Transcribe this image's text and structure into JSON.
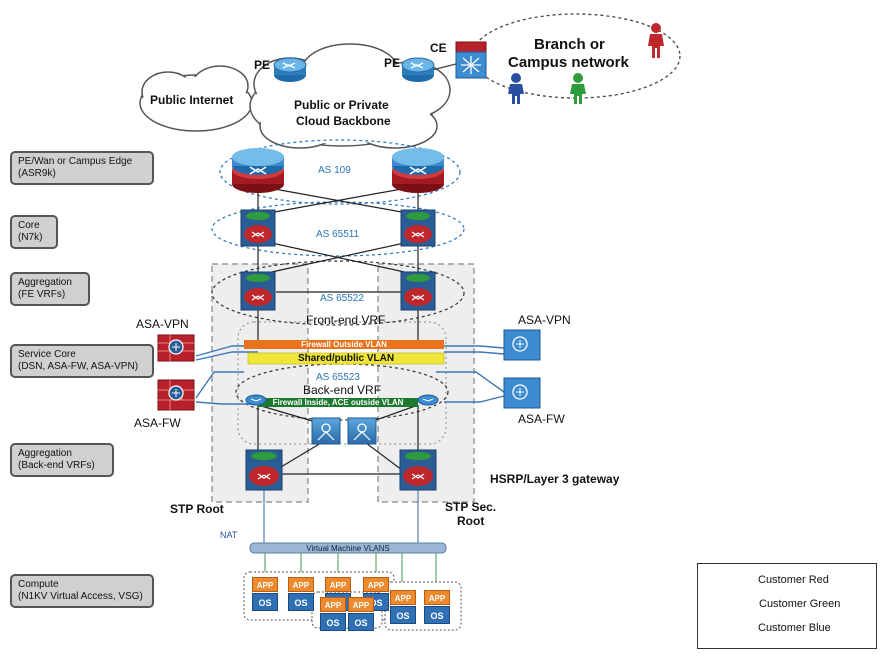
{
  "tiers": [
    {
      "line1": "PE/Wan or Campus Edge",
      "line2": "(ASR9k)"
    },
    {
      "line1": "Core",
      "line2": "(N7k)"
    },
    {
      "line1": "Aggregation",
      "line2": "(FE VRFs)"
    },
    {
      "line1": "Service Core",
      "line2": "(DSN, ASA-FW, ASA-VPN)"
    },
    {
      "line1": "Aggregation",
      "line2": "(Back-end VRFs)"
    },
    {
      "line1": "Compute",
      "line2": "(N1KV Virtual Access, VSG)"
    }
  ],
  "clouds": {
    "internet": "Public Internet",
    "backbone_line1": "Public or Private",
    "backbone_line2": "Cloud Backbone",
    "branch_line1": "Branch or",
    "branch_line2": "Campus network"
  },
  "labels": {
    "pe_left": "PE",
    "pe_right": "PE",
    "ce": "CE",
    "asa_vpn_left": "ASA-VPN",
    "asa_vpn_right": "ASA-VPN",
    "asa_fw_left": "ASA-FW",
    "asa_fw_right": "ASA-FW",
    "front_end_vrf": "Front-end VRF",
    "back_end_vrf": "Back-end VRF",
    "hsrp": "HSRP/Layer 3 gateway",
    "stp_root": "STP Root",
    "stp_sec_line1": "STP Sec.",
    "stp_sec_line2": "Root",
    "nat": "NAT"
  },
  "as_labels": {
    "as109": "AS 109",
    "as65511": "AS 65511",
    "as65522": "AS 65522",
    "as65523": "AS 65523"
  },
  "vlans": {
    "firewall_outside": "Firewall Outside VLAN",
    "shared_public": "Shared/public VLAN",
    "firewall_inside": "Firewall Inside, ACE outside VLAN",
    "virtual_machine": "Virtual Machine  VLANS"
  },
  "vm": {
    "app": "APP",
    "os": "OS"
  },
  "legend": {
    "red": "Customer Red",
    "green": "Customer Green",
    "blue": "Customer Blue"
  },
  "colors": {
    "red": "#c0272d",
    "green": "#2e9b3c",
    "blue": "#3b82c4",
    "orange": "#e8731c",
    "yellow": "#f0e63a",
    "vlan_green": "#1e7a2e",
    "as_text": "#2a74b8"
  }
}
